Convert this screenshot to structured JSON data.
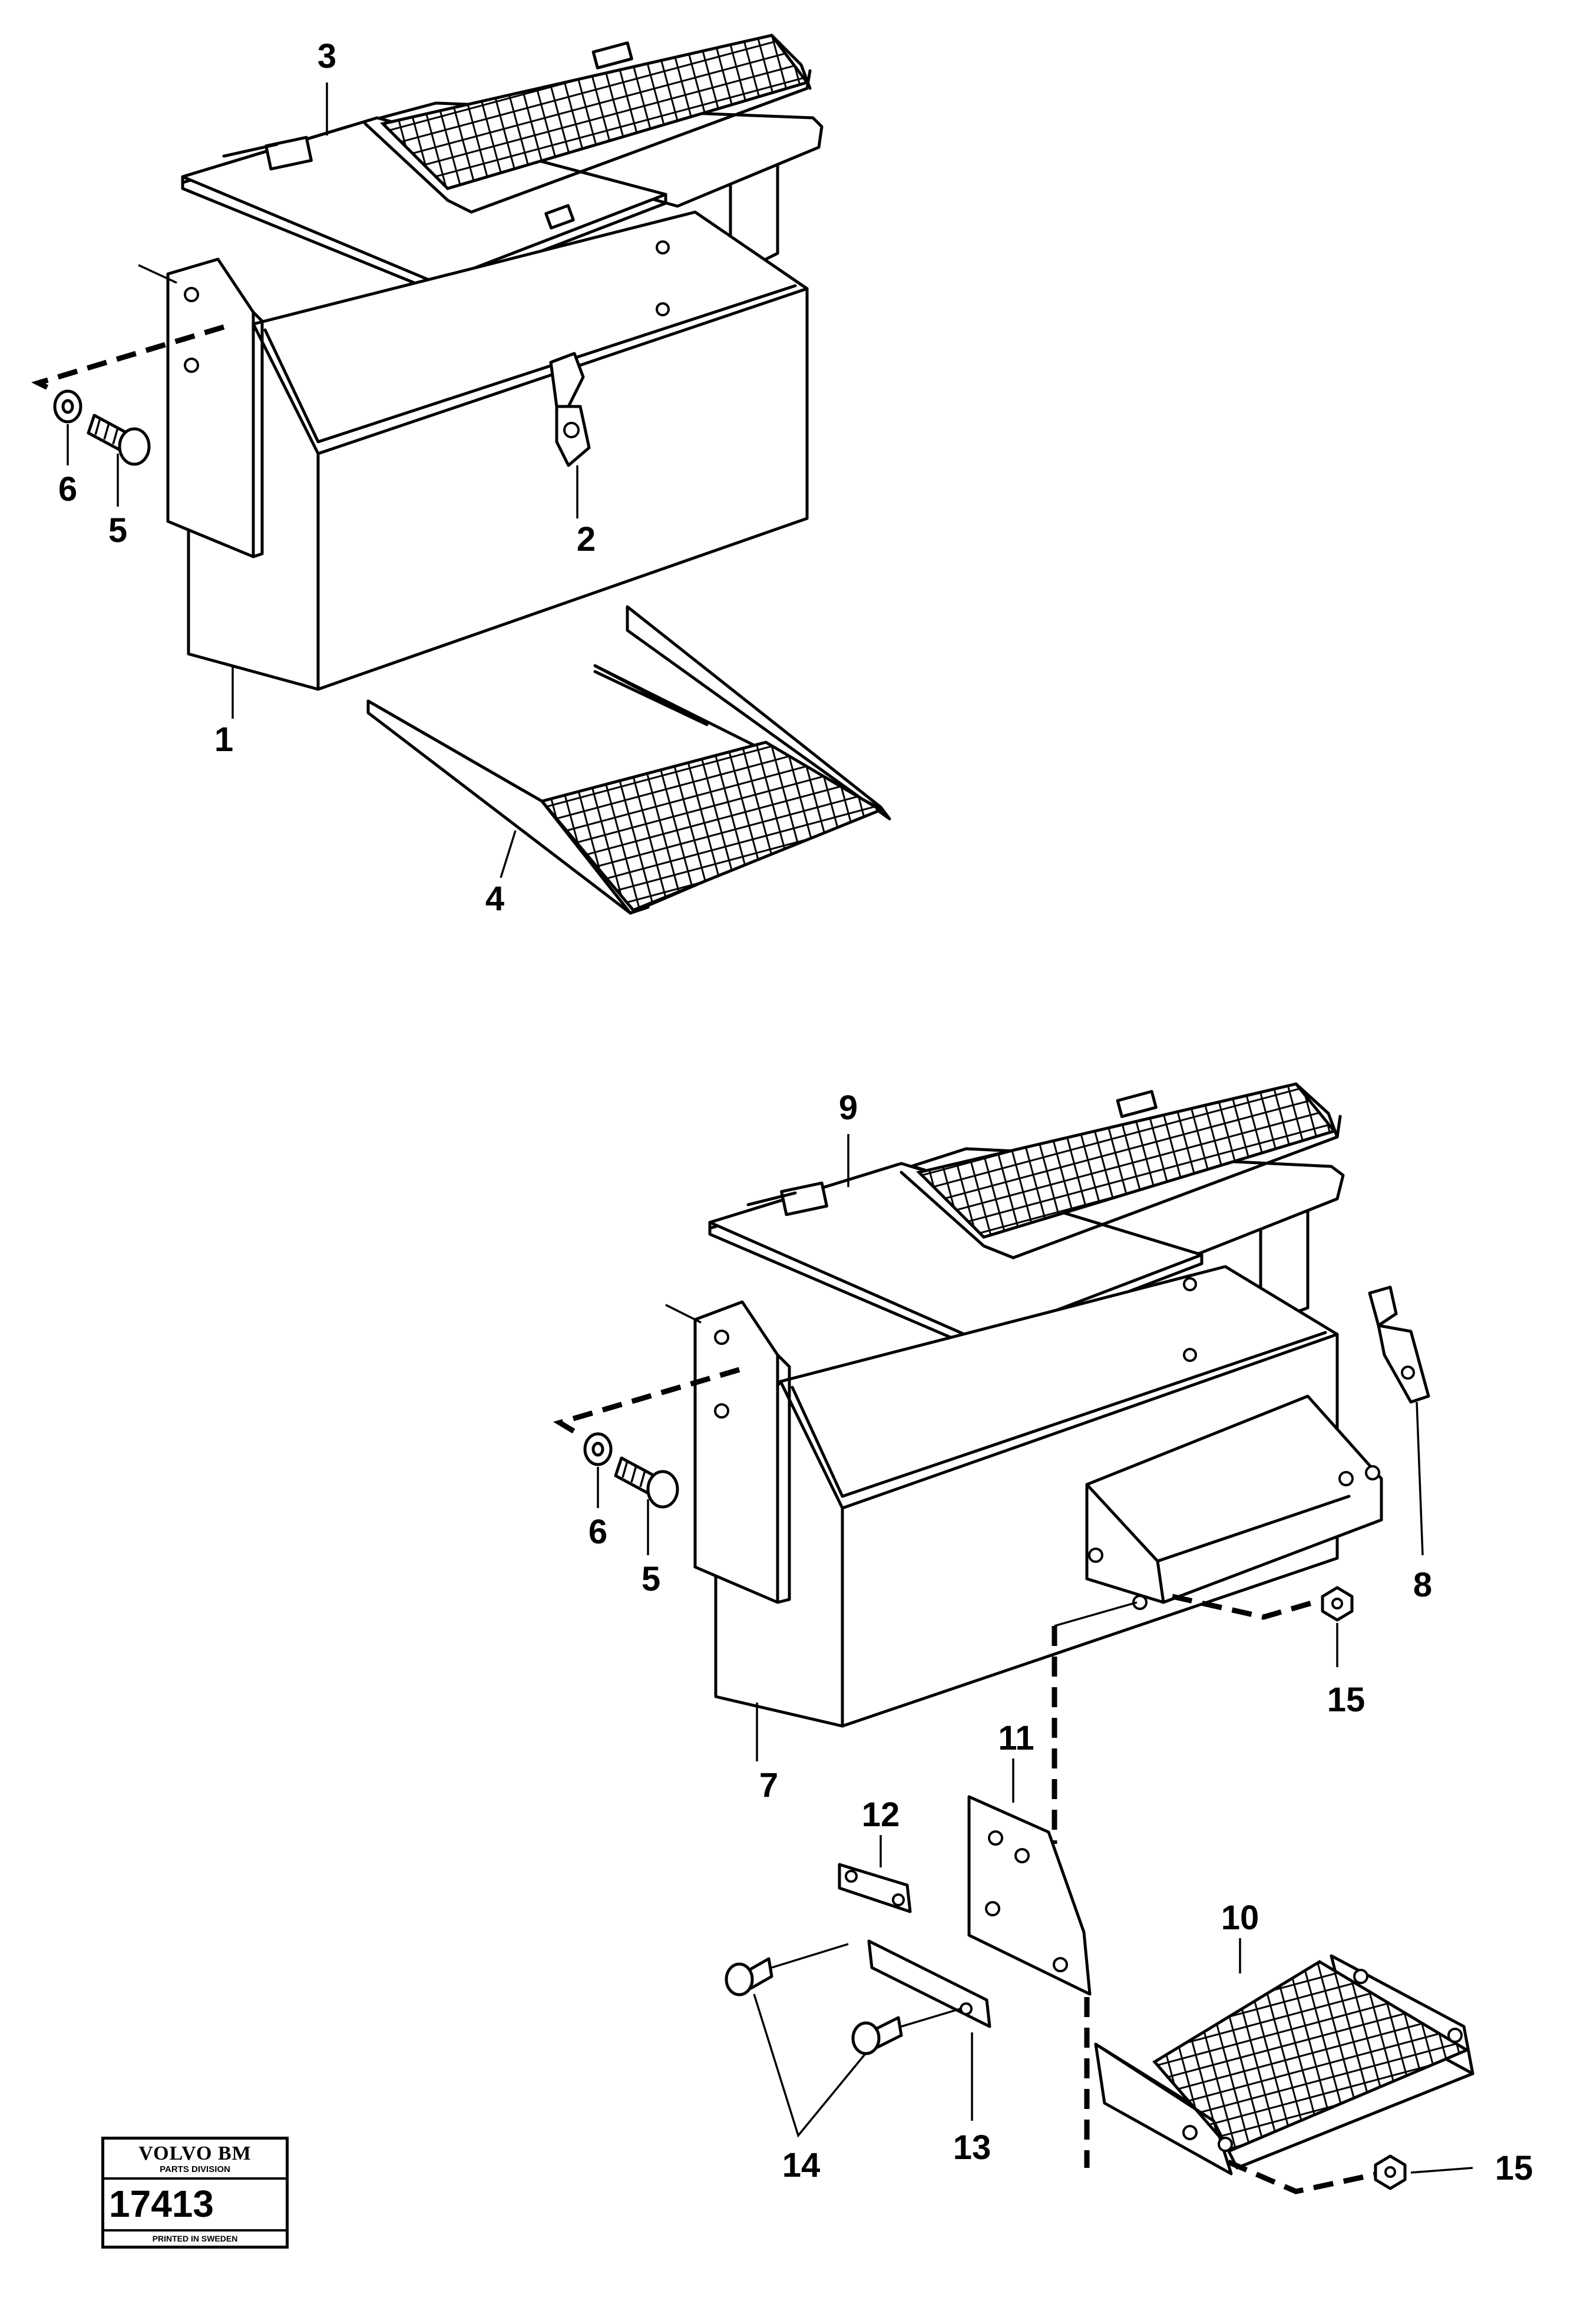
{
  "callouts": [
    {
      "id": "label-1",
      "text": "1"
    },
    {
      "id": "label-2",
      "text": "2"
    },
    {
      "id": "label-3",
      "text": "3"
    },
    {
      "id": "label-4",
      "text": "4"
    },
    {
      "id": "label-5-top",
      "text": "5"
    },
    {
      "id": "label-6-top",
      "text": "6"
    },
    {
      "id": "label-5-bottom",
      "text": "5"
    },
    {
      "id": "label-6-bottom",
      "text": "6"
    },
    {
      "id": "label-7",
      "text": "7"
    },
    {
      "id": "label-8",
      "text": "8"
    },
    {
      "id": "label-9",
      "text": "9"
    },
    {
      "id": "label-10",
      "text": "10"
    },
    {
      "id": "label-11",
      "text": "11"
    },
    {
      "id": "label-12",
      "text": "12"
    },
    {
      "id": "label-13",
      "text": "13"
    },
    {
      "id": "label-14",
      "text": "14"
    },
    {
      "id": "label-15-upper",
      "text": "15"
    },
    {
      "id": "label-15-lower",
      "text": "15"
    }
  ],
  "stamp": {
    "brand": "VOLVO BM",
    "division": "PARTS DIVISION",
    "number": "17413",
    "printed": "PRINTED IN SWEDEN"
  }
}
